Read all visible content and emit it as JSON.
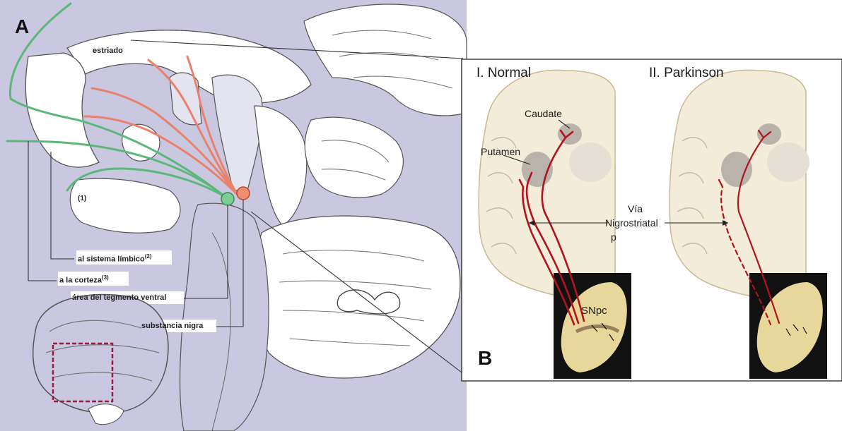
{
  "panel_a": {
    "letter": "A",
    "labels": {
      "striatum": "estriado",
      "n1": "(1)",
      "limbic": "al sistema límbico",
      "limbic_sup": "(2)",
      "cortex": "a la corteza",
      "cortex_sup": "(3)",
      "vta": "área del tegmento ventral",
      "sn": "substancia nigra"
    },
    "colors": {
      "brain_fill": "#c9c8e0",
      "tissue_fill": "#ffffff",
      "mesolimbic_pathway": "#5cb87a",
      "nigrostriatal_pathway": "#e8826c",
      "inset_box": "#9b1c3a"
    }
  },
  "panel_b": {
    "letter": "B",
    "title_normal": "I. Normal",
    "title_parkinson": "II. Parkinson",
    "caudate": "Caudate",
    "putamen": "Putamen",
    "pathway_line1": "Vía",
    "pathway_line2": "Nigrostriatal",
    "stray_char": "p",
    "snpc": "SNpc",
    "colors": {
      "section_fill": "#f3ecd8",
      "pathway": "#b3121f",
      "photo_bg": "#111111",
      "midbrain_photo": "#e8d79a"
    }
  }
}
